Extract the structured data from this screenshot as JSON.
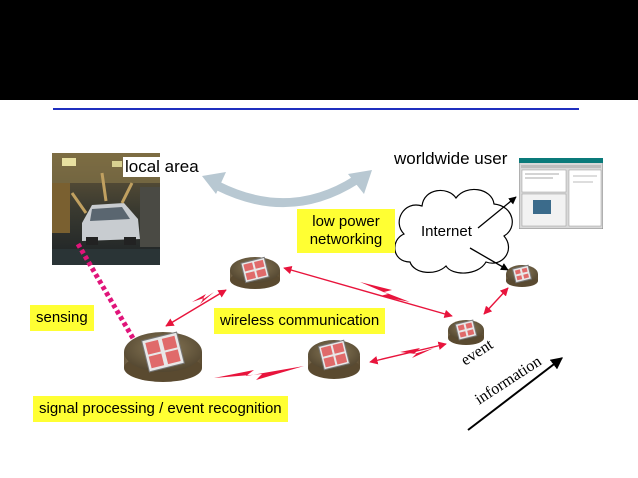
{
  "labels": {
    "local_area": "local area",
    "worldwide_user": "worldwide user",
    "internet": "Internet",
    "low_power_networking": "low power networking",
    "sensing": "sensing",
    "wireless_communication": "wireless communication",
    "signal_processing": "signal processing / event recognition",
    "event": "event",
    "information": "information"
  },
  "colors": {
    "header_bar": "#000000",
    "title_rule": "#1f2fbf",
    "highlight": "#ffff33",
    "link_red": "#e8143c",
    "sensing_link": "#e0147a",
    "curved_arrow": "#b8c8d2"
  },
  "icons": {
    "factory_photo": "car-factory-photo",
    "user_screen": "computer-screen",
    "sensor_node": "sensor-node-chip",
    "cloud": "internet-cloud"
  }
}
